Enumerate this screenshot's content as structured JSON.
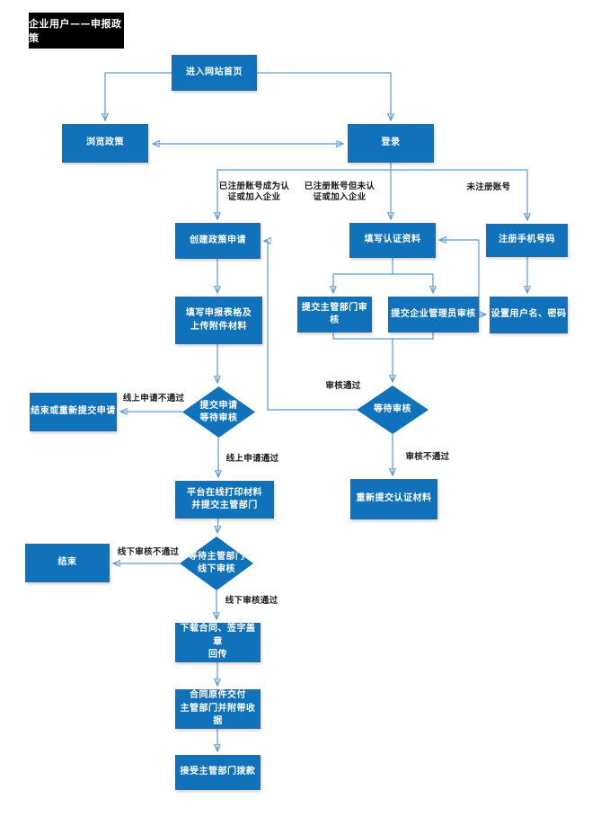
{
  "diagram": {
    "title": "企业用户——申报政策",
    "nodes": {
      "enter_homepage": "进入网站首页",
      "browse_policy": "浏览政策",
      "login": "登录",
      "create_application": "创建政策申请",
      "fill_certification": "填写认证资料",
      "register_phone": "注册手机号码",
      "fill_form": "填写申报表格及\n上传附件材料",
      "submit_dept_review": "提交主管部门审核",
      "submit_admin_review": "提交企业管理员审核",
      "set_username": "设置用户名、密码",
      "wait_review": "等待审核",
      "submit_wait_review": "提交申请\n等待审核",
      "end_or_resubmit": "结束或重新提交申请",
      "resubmit_cert": "重新提交认证材料",
      "print_materials": "平台在线打印材料\n并提交主管部门",
      "wait_offline_review": "等待主管部门\n线下审核",
      "end": "结束",
      "download_contract": "下载合同、签字盖章\n回传",
      "deliver_contract": "合同原件交付\n主管部门并附带收据",
      "receive_funding": "接受主管部门拨款"
    },
    "edge_labels": {
      "registered_certified": "已注册账号成为认\n证或加入企业",
      "registered_not_certified": "已注册账号但未认\n证或加入企业",
      "not_registered": "未注册账号",
      "review_pass": "审核通过",
      "review_fail": "审核不通过",
      "online_fail": "线上申请不通过",
      "online_pass": "线上申请通过",
      "offline_fail": "线下审核不通过",
      "offline_pass": "线下审核通过"
    },
    "colors": {
      "node_fill": "#1072bb",
      "connector": "#5b9bd5",
      "title_bg": "#000000",
      "title_text": "#ffffff",
      "node_text": "#ffffff",
      "label_text": "#1a1a1a"
    }
  }
}
